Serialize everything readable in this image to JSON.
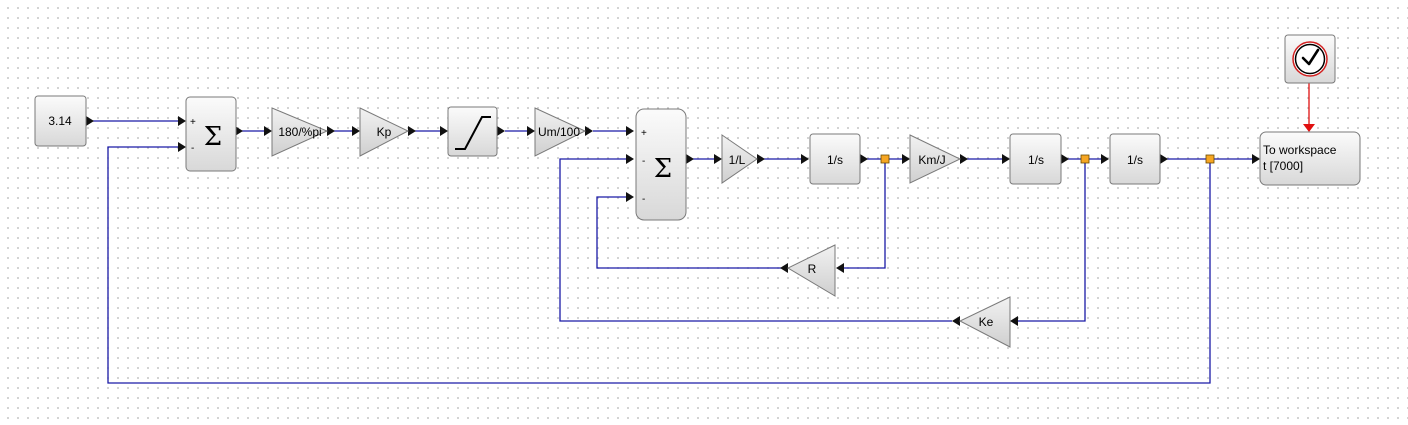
{
  "blocks": {
    "const": "3.14",
    "sum1_signs": [
      "+",
      "-"
    ],
    "sum_symbol": "Σ",
    "gain_rad": "180/%pi",
    "gain_kp": "Kp",
    "gain_um": "Um/100",
    "sum2_signs": [
      "+",
      "-",
      "-"
    ],
    "gain_inv_l": "1/L",
    "integrator1": "1/s",
    "gain_km_j": "Km/J",
    "integrator2": "1/s",
    "integrator3": "1/s",
    "to_workspace_line1": "To workspace",
    "to_workspace_line2": "t [7000]",
    "gain_r": "R",
    "gain_ke": "Ke"
  },
  "icons": {
    "saturation": "saturation-icon",
    "clock": "clock-icon"
  },
  "colors": {
    "signal_link": "#1a1aa6",
    "event_link": "#e01010",
    "split_point": "#f6a623"
  }
}
